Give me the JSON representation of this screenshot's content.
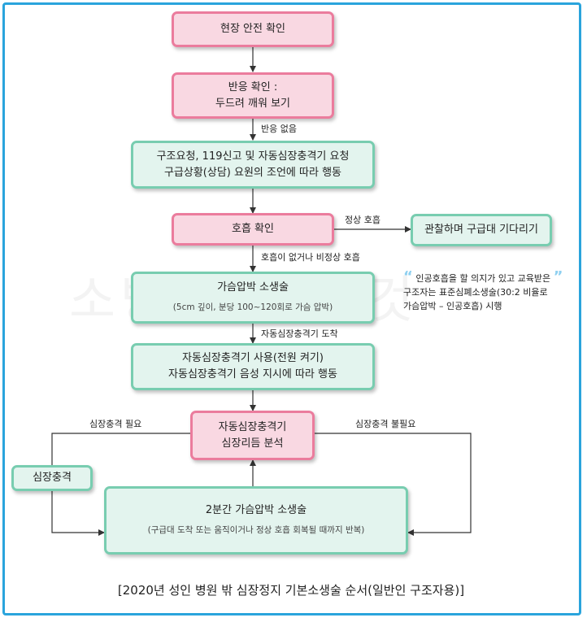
{
  "boxes": {
    "site_safety": "현장 안전 확인",
    "check_response_1": "반응 확인 :",
    "check_response_2": "두드려 깨워 보기",
    "call_help_1": "구조요청, 119신고 및 자동심장충격기 요청",
    "call_help_2": "구급상황(상담) 요원의 조언에 따라 행동",
    "check_breathing": "호흡 확인",
    "observe_wait": "관찰하며 구급대 기다리기",
    "cpr_title": "가슴압박 소생술",
    "cpr_detail": "(5cm 깊이, 분당 100~120회로 가슴 압박)",
    "aed_use_1": "자동심장충격기 사용(전원 켜기)",
    "aed_use_2": "자동심장충격기 음성 지시에 따라 행동",
    "rhythm_1": "자동심장충격기",
    "rhythm_2": "심장리듬 분석",
    "shock": "심장충격",
    "cpr2_title": "2분간 가슴압박 소생술",
    "cpr2_detail": "(구급대 도착 또는 움직이거나 정상 호흡 회복될 때까지 반복)"
  },
  "labels": {
    "no_response": "반응 없음",
    "normal_breathing": "정상 호흡",
    "abnormal_breathing": "호흡이 없거나 비정상 호흡",
    "aed_arrival": "자동심장충격기 도착",
    "shock_needed": "심장충격 필요",
    "shock_not_needed": "심장충격 불필요"
  },
  "note": {
    "line1": "인공호흡을 할 의지가 있고 교육받은",
    "line2": "구조자는 표준심폐소생술(30:2 비율로",
    "line3": "가슴압박 – 인공호흡) 시행"
  },
  "watermark": "소방의 모든 것",
  "caption": "[2020년 성인 병원 밖 심장정지 기본소생술 순서(일반인 구조자용)]",
  "colors": {
    "frame": "#2aa4dc",
    "pink_border": "#eb7c9d",
    "pink_fill": "#f9d8e2",
    "green_border": "#78cdb0",
    "green_fill": "#e3f4ee"
  }
}
